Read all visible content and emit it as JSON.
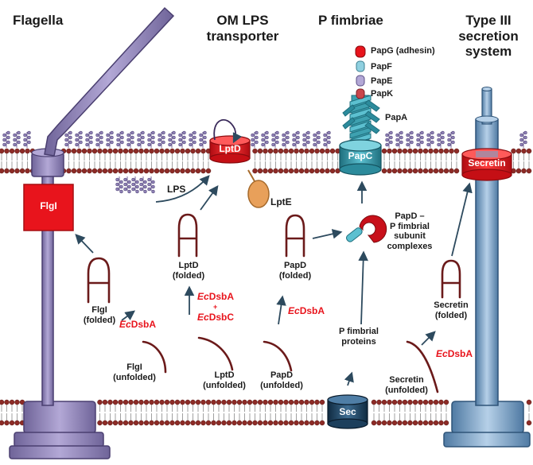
{
  "headers": {
    "flagella": "Flagella",
    "om_lps": "OM LPS\ntransporter",
    "p_fimbriae": "P fimbriae",
    "type3": "Type III\nsecretion\nsystem"
  },
  "proteins": {
    "flgi_box": "FlgI",
    "lptd_barrel": "LptD",
    "papc_barrel": "PapC",
    "secretin_barrel": "Secretin",
    "sec_barrel": "Sec",
    "lpte": "LptE",
    "lps": "LPS",
    "papa": "PapA",
    "papg": "PapG (adhesin)",
    "papf": "PapF",
    "pape": "PapE",
    "papk": "PapK"
  },
  "folding": {
    "flgi_folded": "FlgI\n(folded)",
    "flgi_unfolded": "FlgI\n(unfolded)",
    "lptd_folded": "LptD\n(folded)",
    "lptd_unfolded": "LptD\n(unfolded)",
    "papd_folded": "PapD\n(folded)",
    "papd_unfolded": "PapD\n(unfolded)",
    "secretin_folded": "Secretin\n(folded)",
    "secretin_unfolded": "Secretin\n(unfolded)",
    "p_fimbrial_proteins": "P fimbrial\nproteins",
    "papd_complexes": "PapD –\nP fimbrial\nsubunit\ncomplexes"
  },
  "enzymes": {
    "ec_prefix": "Ec",
    "dsba": "DsbA",
    "dsbc": "DsbC",
    "plus": "+"
  },
  "colors": {
    "membrane_head": "#8c2b26",
    "lps_sugar": "#8d7fb3",
    "red_protein": "#e8141c",
    "teal_protein": "#2c8b9c",
    "purple_flagella": "#8a7fb0",
    "blue_t3ss": "#7aa3c9",
    "sec_navy": "#1c3f5c",
    "arrow": "#2d4a5e",
    "chain": "#6b1a1a",
    "lpte_orange": "#e8a05a"
  }
}
